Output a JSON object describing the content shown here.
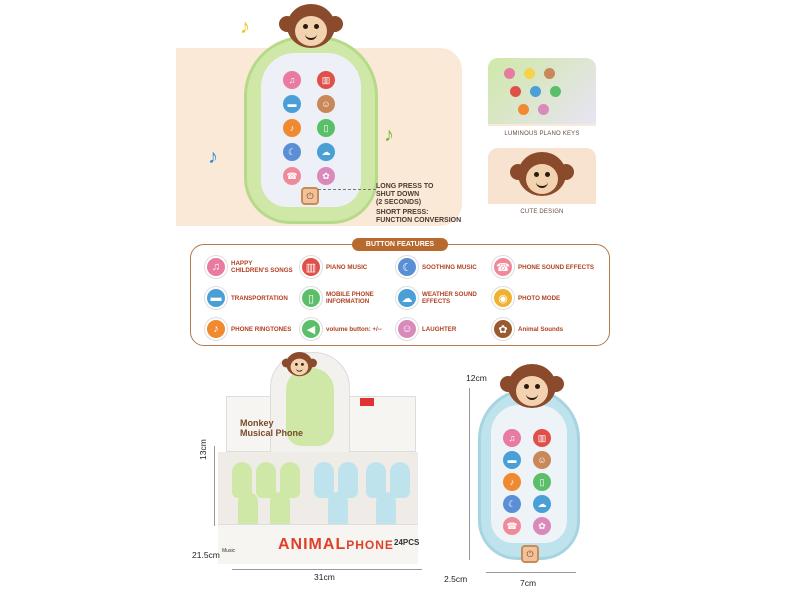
{
  "callout": {
    "long_press": [
      "LONG PRESS TO",
      "SHUT DOWN",
      "(2 SECONDS)"
    ],
    "short_press": [
      "SHORT PRESS:",
      "FUNCTION CONVERSION"
    ]
  },
  "thumbs": {
    "luminous": "LUMINOUS PLANO KEYS",
    "cute": "CUTE DESIGN"
  },
  "features": {
    "title": "BUTTON FEATURES",
    "items": [
      {
        "label": "HAPPY\nCHILDREN'S SONGS",
        "icon": "music-notes-icon",
        "color": "#e97aa0"
      },
      {
        "label": "PIANO MUSIC",
        "icon": "piano-icon",
        "color": "#e0504a"
      },
      {
        "label": "SOOTHING MUSIC",
        "icon": "moon-icon",
        "color": "#5a8fd6"
      },
      {
        "label": "PHONE SOUND EFFECTS",
        "icon": "telephone-icon",
        "color": "#f08a9a"
      },
      {
        "label": "TRANSPORTATION",
        "icon": "car-icon",
        "color": "#4a9fd6"
      },
      {
        "label": "MOBILE PHONE\nINFORMATION",
        "icon": "mobile-phone-icon",
        "color": "#5bbf6a"
      },
      {
        "label": "WEATHER SOUND\nEFFECTS",
        "icon": "weather-icon",
        "color": "#4a9fd6"
      },
      {
        "label": "PHOTO MODE",
        "icon": "camera-icon",
        "color": "#f0b030"
      },
      {
        "label": "PHONE RINGTONES",
        "icon": "bell-icon",
        "color": "#f08a30"
      },
      {
        "label": "volume button: +/--",
        "icon": "speaker-icon",
        "color": "#5bbf6a"
      },
      {
        "label": "LAUGHTER",
        "icon": "monkey-face-icon",
        "color": "#d98aba"
      },
      {
        "label": "Animal Sounds",
        "icon": "animal-icon",
        "color": "#9a5a30"
      }
    ]
  },
  "box": {
    "brand_line1": "Monkey",
    "brand_line2": "Musical Phone",
    "animal": "ANIMAL",
    "phone": "PHONE",
    "pcs": "24PCS",
    "music": "Music"
  },
  "dimensions": {
    "box_height": "13cm",
    "box_depth": "21.5cm",
    "box_width": "31cm",
    "phone_height": "12cm",
    "phone_depth": "2.5cm",
    "phone_width": "7cm"
  }
}
